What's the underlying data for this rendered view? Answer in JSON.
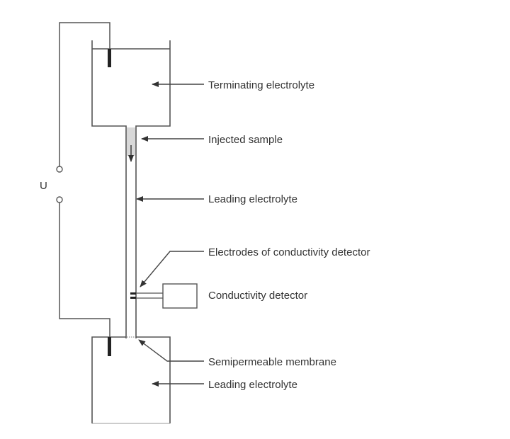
{
  "diagram": {
    "voltage_label": "U",
    "labels": {
      "terminating_electrolyte": "Terminating electrolyte",
      "injected_sample": "Injected sample",
      "leading_electrolyte_capillary": "Leading electrolyte",
      "electrodes": "Electrodes of conductivity detector",
      "conductivity_detector": "Conductivity detector",
      "membrane": "Semipermeable membrane",
      "leading_electrolyte_reservoir": "Leading electrolyte"
    },
    "colors": {
      "line": "#555555",
      "electrode": "#222222",
      "sample_fill": "#d8d8d8",
      "text": "#333333"
    }
  }
}
